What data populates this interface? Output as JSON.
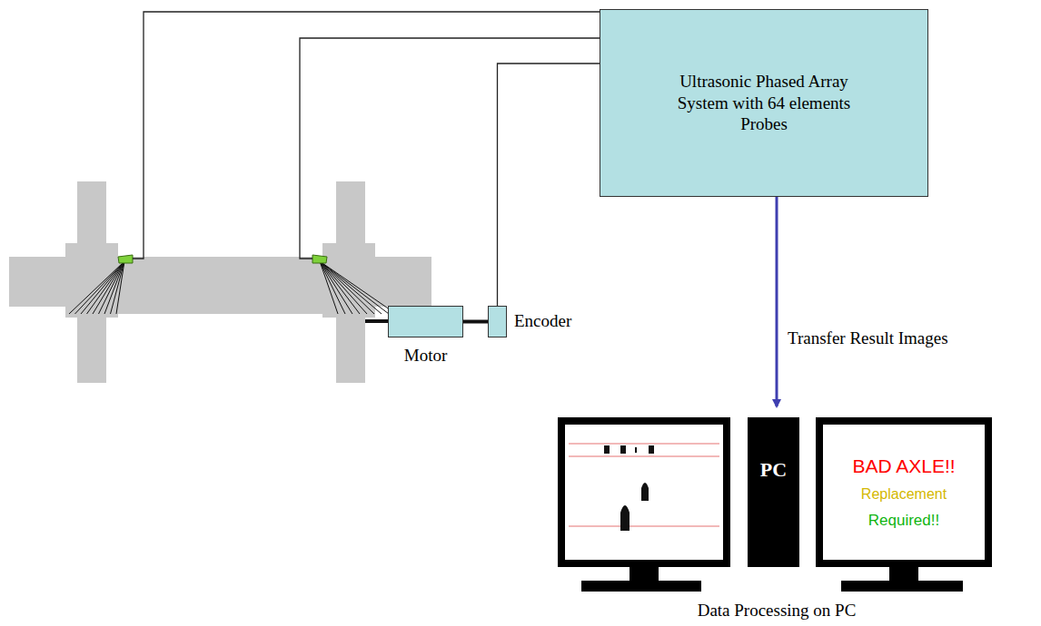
{
  "diagram": {
    "nodes": [
      {
        "text": [
          "Ultrasonic Phased Array System with 64 elements Probes"
        ]
      },
      {
        "text": [
          "Motor"
        ]
      },
      {
        "text": [
          "Encoder"
        ]
      },
      {
        "text": [
          "PC"
        ]
      },
      {
        "text": [
          "BAD AXLE!!",
          "Replacement",
          "Required!!"
        ]
      }
    ],
    "edges": [
      {
        "from": 2,
        "to": 0,
        "arrow": "none"
      },
      {
        "from": 1,
        "to": 2,
        "arrow": "none"
      },
      {
        "from": 0,
        "to": 3,
        "arrow": "to",
        "label": "Transfer Result Images"
      }
    ],
    "labels": [
      "Data Processing on PC"
    ]
  }
}
